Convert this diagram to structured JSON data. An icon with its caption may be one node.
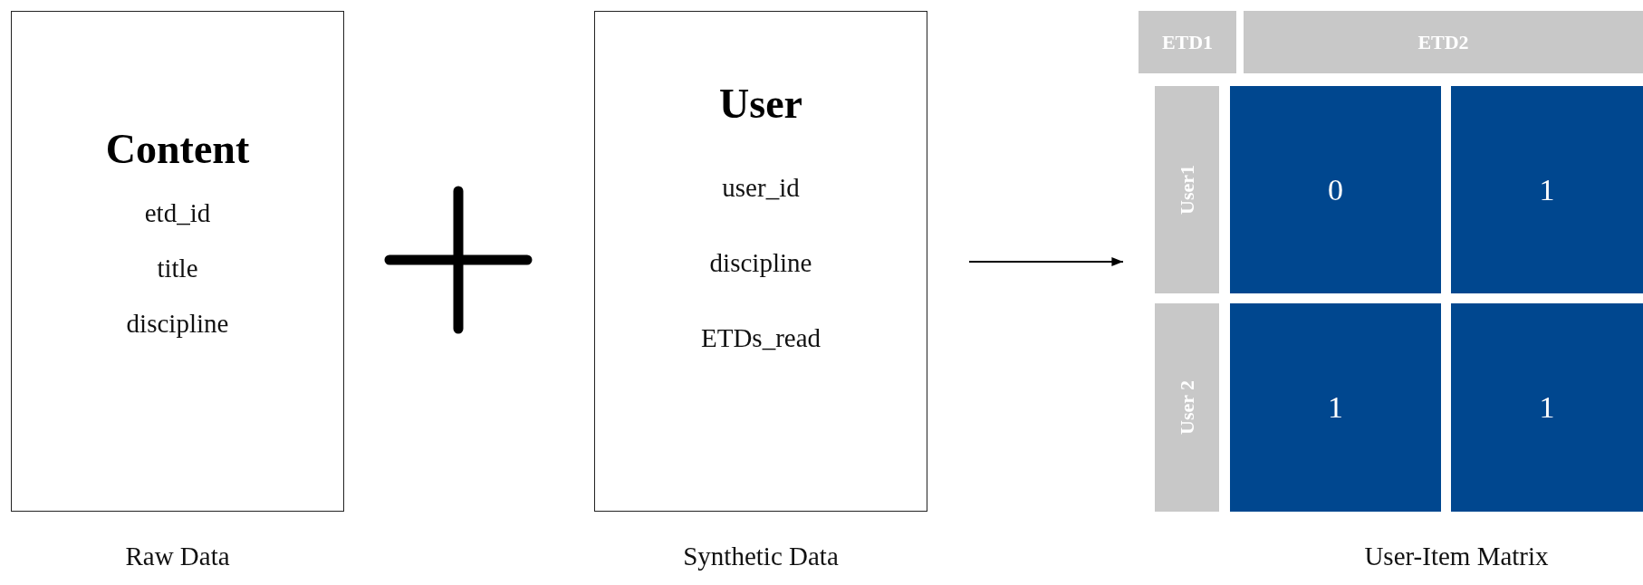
{
  "diagram": {
    "nodes": [
      {
        "text": [
          "Content",
          "etd_id",
          "title",
          "discipline"
        ],
        "beside": [
          "Raw Data"
        ]
      },
      {
        "text": [
          "User",
          "user_id",
          "discipline",
          "ETDs_read"
        ],
        "beside": [
          "Synthetic Data"
        ]
      },
      {
        "text": [],
        "shape": "box",
        "beside": [
          "User-Item Matrix"
        ]
      },
      {
        "text": [
          "ETD1"
        ],
        "in": 2
      },
      {
        "text": [
          "ETD2"
        ],
        "in": 2
      },
      {
        "text": [
          "User1"
        ],
        "in": 2
      },
      {
        "text": [
          "0"
        ],
        "in": 2
      },
      {
        "text": [
          "1"
        ],
        "in": 2
      },
      {
        "text": [
          "User 2"
        ],
        "in": 2
      },
      {
        "text": [
          "1"
        ],
        "in": 2
      },
      {
        "text": [
          "1"
        ],
        "in": 2
      }
    ],
    "edges": [
      {
        "from": 1,
        "to": 2,
        "arrow": "to"
      }
    ]
  }
}
